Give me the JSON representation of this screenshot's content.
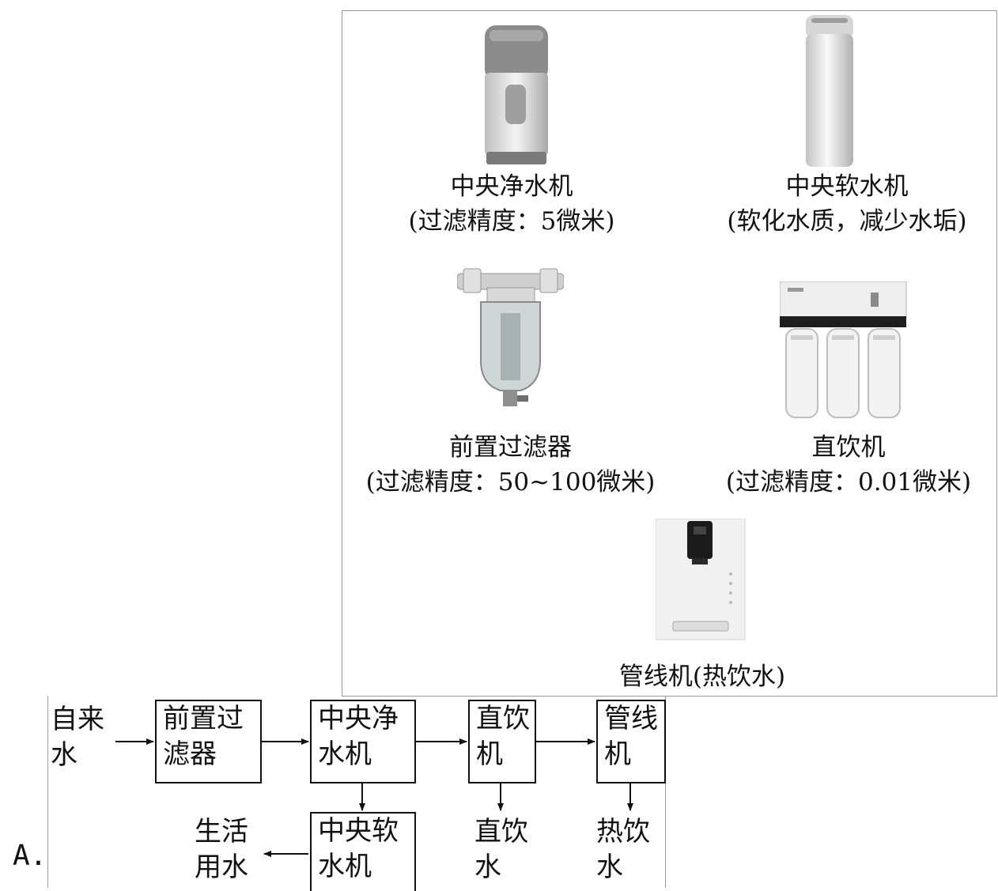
{
  "products": {
    "central_purifier": {
      "name": "中央净水机",
      "spec": "(过滤精度：5微米)"
    },
    "central_softener": {
      "name": "中央软水机",
      "spec": "(软化水质，减少水垢)"
    },
    "pre_filter": {
      "name": "前置过滤器",
      "spec": "(过滤精度：50~100微米)"
    },
    "direct_drinker": {
      "name": "直饮机",
      "spec": "(过滤精度：0.01微米)"
    },
    "pipeline_machine": {
      "name": "管线机(热饮水)"
    }
  },
  "flow": {
    "source": [
      "自来",
      "水"
    ],
    "pre_filter": [
      "前置过",
      "滤器"
    ],
    "central_purifier": [
      "中央净",
      "水机"
    ],
    "direct_drinker": [
      "直饮",
      "机"
    ],
    "pipeline_machine": [
      "管线",
      "机"
    ],
    "central_softener": [
      "中央软",
      "水机"
    ],
    "domestic_water": [
      "生活",
      "用水"
    ],
    "direct_drinking_water": [
      "直饮",
      "水"
    ],
    "hot_drinking_water": [
      "热饮",
      "水"
    ]
  },
  "option_label": "A."
}
